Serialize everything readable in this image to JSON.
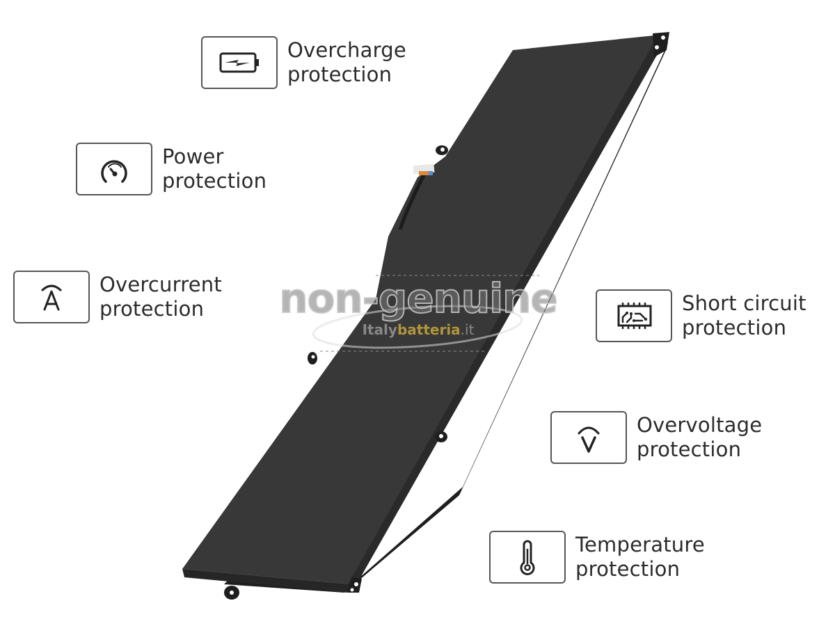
{
  "colors": {
    "background": "#ffffff",
    "text": "#2b2b2b",
    "icon_border": "#555555",
    "battery_body": "#383838",
    "battery_edge": "#1e1e1e",
    "watermark_accent": "#bea03c"
  },
  "product": {
    "type": "laptop battery",
    "watermark": {
      "main_text": "non-genuine",
      "brand_part1": "Italy",
      "brand_part2": "batteria",
      "brand_part3": ".it"
    }
  },
  "features": [
    {
      "id": "overcharge",
      "icon": "battery-charge-icon",
      "line1": "Overcharge",
      "line2": "protection"
    },
    {
      "id": "power",
      "icon": "gauge-icon",
      "line1": "Power",
      "line2": "protection"
    },
    {
      "id": "overcurrent",
      "icon": "ampere-icon",
      "line1": "Overcurrent",
      "line2": "protection"
    },
    {
      "id": "short-circuit",
      "icon": "circuit-chip-icon",
      "line1": "Short circuit",
      "line2": "protection"
    },
    {
      "id": "overvoltage",
      "icon": "voltage-icon",
      "line1": "Overvoltage",
      "line2": "protection"
    },
    {
      "id": "temperature",
      "icon": "thermometer-icon",
      "line1": "Temperature",
      "line2": "protection"
    }
  ]
}
